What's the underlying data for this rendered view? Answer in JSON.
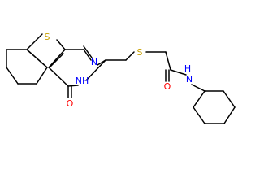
{
  "molecule": {
    "bond_color": "#000000",
    "atom_colors": {
      "S": "#c8a000",
      "N": "#0000ff",
      "O": "#ff0000"
    },
    "atoms": [
      {
        "id": "S1",
        "symbol": "S"
      },
      {
        "id": "N1",
        "symbol": "N"
      },
      {
        "id": "N2",
        "symbol": "N",
        "text": "NH"
      },
      {
        "id": "O1",
        "symbol": "O"
      },
      {
        "id": "S2",
        "symbol": "S"
      },
      {
        "id": "O2",
        "symbol": "O"
      },
      {
        "id": "N3",
        "symbol": "N",
        "text": "H"
      }
    ]
  }
}
